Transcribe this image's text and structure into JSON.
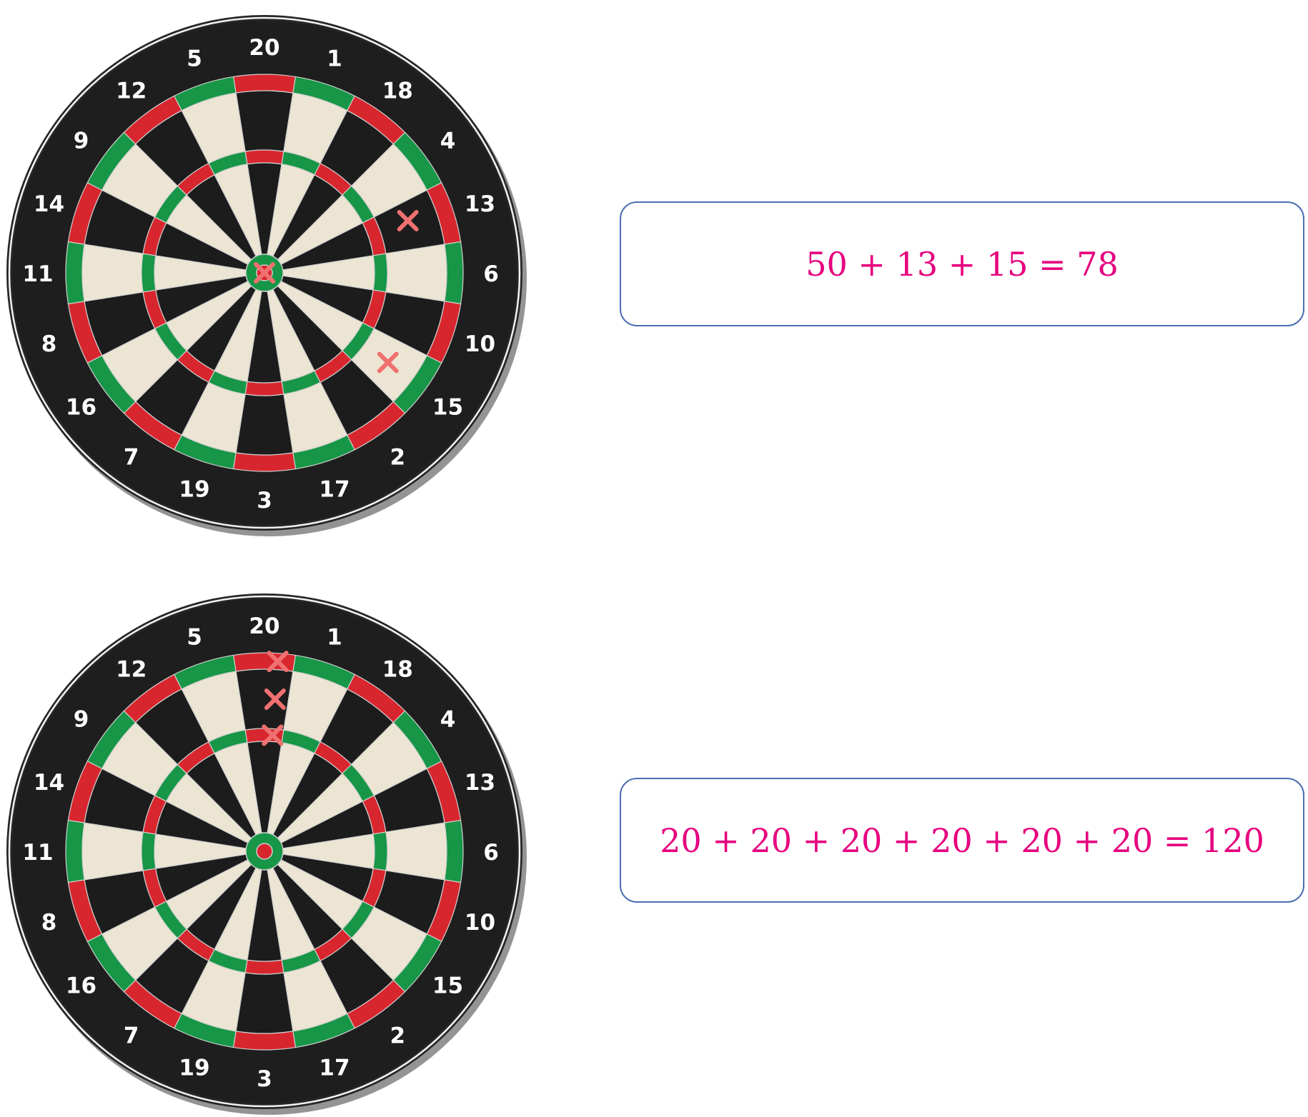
{
  "boards": [
    {
      "numbers": [
        "20",
        "1",
        "18",
        "4",
        "13",
        "6",
        "10",
        "15",
        "2",
        "17",
        "3",
        "19",
        "7",
        "16",
        "8",
        "11",
        "14",
        "9",
        "12",
        "5"
      ],
      "marks": [
        {
          "target": "bullseye",
          "value": 50
        },
        {
          "target": "single 13",
          "value": 13
        },
        {
          "target": "single 15",
          "value": 15
        }
      ],
      "equation": "50 + 13 + 15 = 78"
    },
    {
      "numbers": [
        "20",
        "1",
        "18",
        "4",
        "13",
        "6",
        "10",
        "15",
        "2",
        "17",
        "3",
        "19",
        "7",
        "16",
        "8",
        "11",
        "14",
        "9",
        "12",
        "5"
      ],
      "marks": [
        {
          "target": "double 20",
          "value": 40
        },
        {
          "target": "single 20",
          "value": 20
        },
        {
          "target": "triple 20",
          "value": 60
        }
      ],
      "equation": "20 + 20 + 20 + 20 + 20 + 20 = 120"
    }
  ],
  "colors": {
    "red": "#d8262e",
    "green": "#169646",
    "black": "#1c1c1c",
    "cream": "#ece5d3",
    "mark": "#f07070",
    "equation_text": "#e6007e",
    "box_border": "#4a6fb3"
  }
}
